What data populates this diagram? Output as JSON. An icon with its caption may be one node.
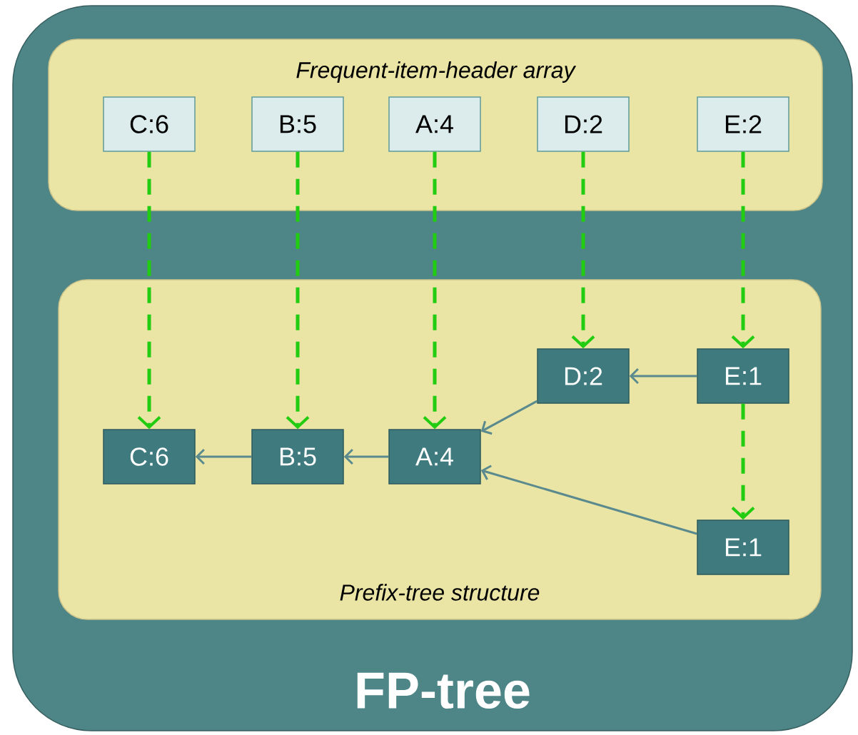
{
  "diagram": {
    "nodes": [
      {
        "text": [
          "FP-tree"
        ]
      },
      {
        "text": [
          "Frequent-item-header array"
        ],
        "in": 0
      },
      {
        "text": [
          "C:6"
        ],
        "in": 1
      },
      {
        "text": [
          "B:5"
        ],
        "in": 1
      },
      {
        "text": [
          "A:4"
        ],
        "in": 1
      },
      {
        "text": [
          "D:2"
        ],
        "in": 1
      },
      {
        "text": [
          "E:2"
        ],
        "in": 1
      },
      {
        "text": [
          "Prefix-tree structure"
        ],
        "in": 0
      },
      {
        "text": [
          "D:2"
        ],
        "in": 7
      },
      {
        "text": [
          "E:1"
        ],
        "in": 7
      },
      {
        "text": [
          "C:6"
        ],
        "in": 7
      },
      {
        "text": [
          "B:5"
        ],
        "in": 7
      },
      {
        "text": [
          "A:4"
        ],
        "in": 7
      },
      {
        "text": [
          "E:1"
        ],
        "in": 7
      }
    ],
    "edges": [
      {
        "from": 2,
        "to": 10,
        "arrow": "to",
        "style": "dashed"
      },
      {
        "from": 3,
        "to": 11,
        "arrow": "to",
        "style": "dashed"
      },
      {
        "from": 4,
        "to": 12,
        "arrow": "to",
        "style": "dashed"
      },
      {
        "from": 5,
        "to": 8,
        "arrow": "to",
        "style": "dashed"
      },
      {
        "from": 6,
        "to": 9,
        "arrow": "to",
        "style": "dashed"
      },
      {
        "from": 9,
        "to": 13,
        "arrow": "to",
        "style": "dashed"
      },
      {
        "from": 9,
        "to": 8,
        "arrow": "to",
        "color": "#5a8a8e"
      },
      {
        "from": 8,
        "to": 12,
        "arrow": "to",
        "color": "#5a8a8e"
      },
      {
        "from": 13,
        "to": 12,
        "arrow": "to",
        "color": "#5a8a8e"
      },
      {
        "from": 12,
        "to": 11,
        "arrow": "to",
        "color": "#5a8a8e"
      },
      {
        "from": 11,
        "to": 10,
        "arrow": "to",
        "color": "#5a8a8e"
      }
    ]
  }
}
